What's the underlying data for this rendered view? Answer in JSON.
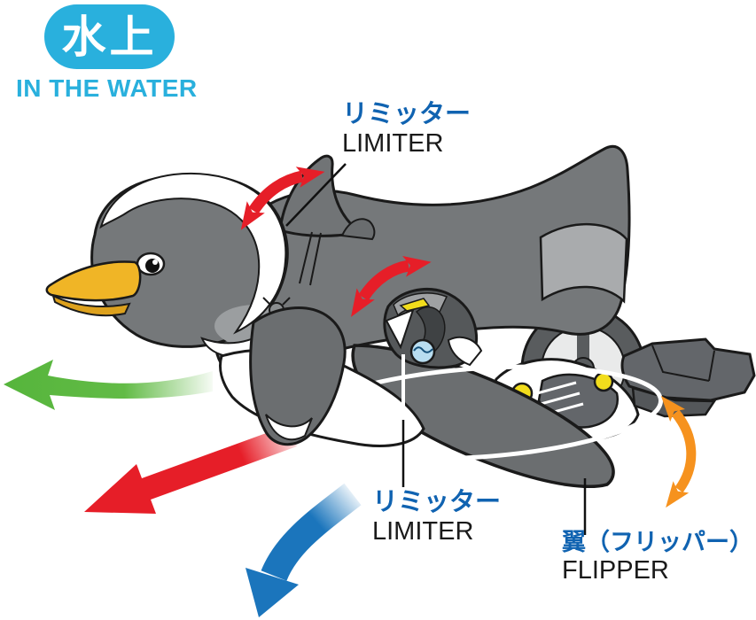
{
  "badge": {
    "title_jp": "水上",
    "subtitle_en": "IN THE WATER"
  },
  "callouts": {
    "limiter_top": {
      "jp": "リミッター",
      "en": "LIMITER"
    },
    "limiter_bottom": {
      "jp": "リミッター",
      "en": "LIMITER"
    },
    "flipper": {
      "jp": "翼（フリッパー）",
      "en": "FLIPPER"
    }
  },
  "illustration": {
    "subject": "robot penguin toy swimming on the water, side view",
    "labeled_parts": [
      "limiter fin on back",
      "limiter unit under body",
      "wing flipper"
    ],
    "arrows": [
      {
        "name": "red-curve-double-arrow-back-fin",
        "color": "#e61e28",
        "style": "curved double-headed"
      },
      {
        "name": "red-curve-double-arrow-center",
        "color": "#e61e28",
        "style": "curved double-headed"
      },
      {
        "name": "green-left-arrow",
        "color": "#62bb46",
        "style": "points left, tail fades out"
      },
      {
        "name": "red-down-left-arrow",
        "color": "#e61e28",
        "style": "points down-left, tail fades out"
      },
      {
        "name": "blue-down-curve-arrow",
        "color": "#1b75bc",
        "style": "curves downward, tail fades out"
      },
      {
        "name": "orange-vertical-double-arrow",
        "color": "#f6921e",
        "style": "curved double-headed vertical"
      }
    ]
  },
  "colors": {
    "badge_cyan": "#29b0dd",
    "label_blue": "#1063b1",
    "text_black": "#1a1a1a",
    "arrow_red": "#e61e28",
    "arrow_green": "#62bb46",
    "arrow_blue": "#1b75bc",
    "arrow_orange": "#f6921e",
    "body_gray": "#75787a",
    "body_gray_dark": "#6b6e70",
    "body_light_gray": "#a9abad",
    "beak_yellow": "#f0b526",
    "accent_yellow": "#f2dd1c",
    "part_blue": "#b8ddf0"
  }
}
